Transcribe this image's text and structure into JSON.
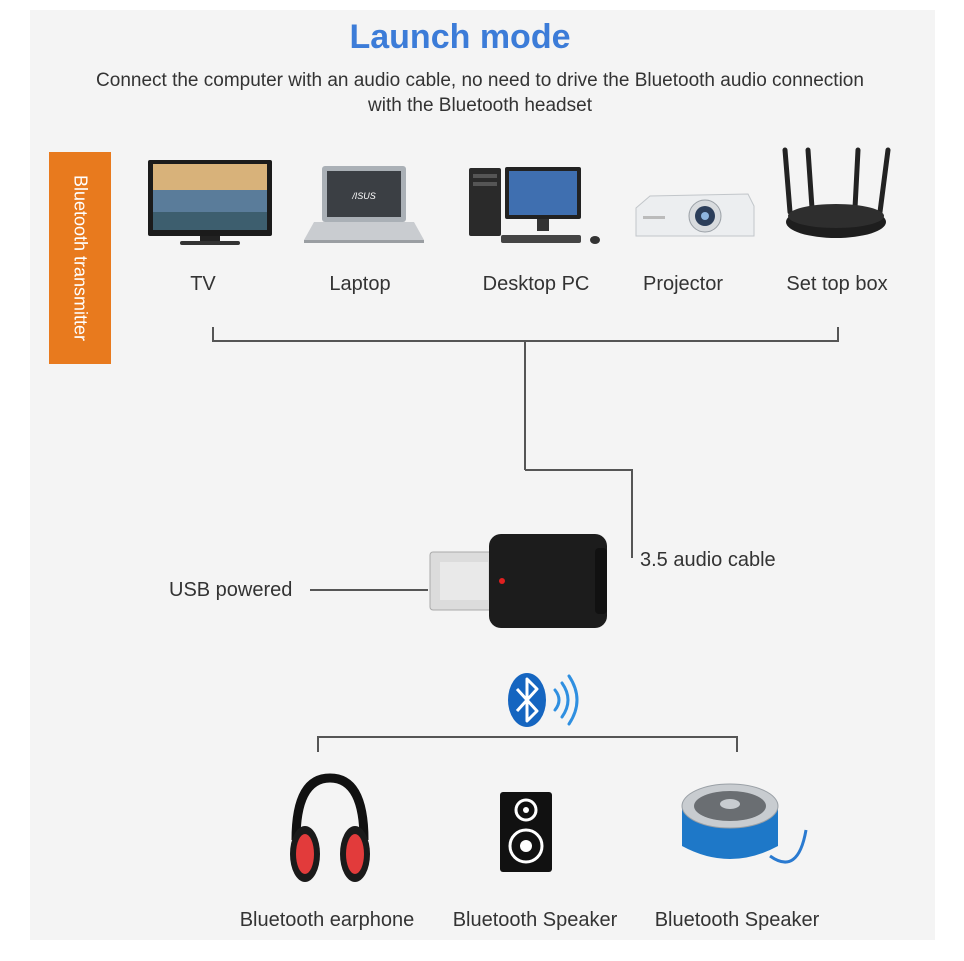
{
  "header": {
    "title": "Launch mode",
    "subtitle": "Connect the computer with an audio cable, no need to drive the Bluetooth audio connection with the Bluetooth headset"
  },
  "side_tab": {
    "label": "Bluetooth transmitter"
  },
  "sources": [
    {
      "label": "TV",
      "icon": "tv-icon"
    },
    {
      "label": "Laptop",
      "icon": "laptop-icon"
    },
    {
      "label": "Desktop PC",
      "icon": "desktop-pc-icon"
    },
    {
      "label": "Projector",
      "icon": "projector-icon"
    },
    {
      "label": "Set top box",
      "icon": "router-icon"
    }
  ],
  "device": {
    "audio_cable_label": "3.5 audio cable",
    "usb_label": "USB powered",
    "led_color": "#e02020"
  },
  "wireless": {
    "icon": "bluetooth-icon",
    "accent": "#1565c0"
  },
  "outputs": [
    {
      "label": "Bluetooth earphone",
      "icon": "headphones-icon"
    },
    {
      "label": "Bluetooth Speaker",
      "icon": "speaker-icon"
    },
    {
      "label": "Bluetooth Speaker",
      "icon": "portable-speaker-icon"
    }
  ],
  "colors": {
    "title": "#3c7cd8",
    "tab": "#e87a1e",
    "lines": "#555555"
  }
}
